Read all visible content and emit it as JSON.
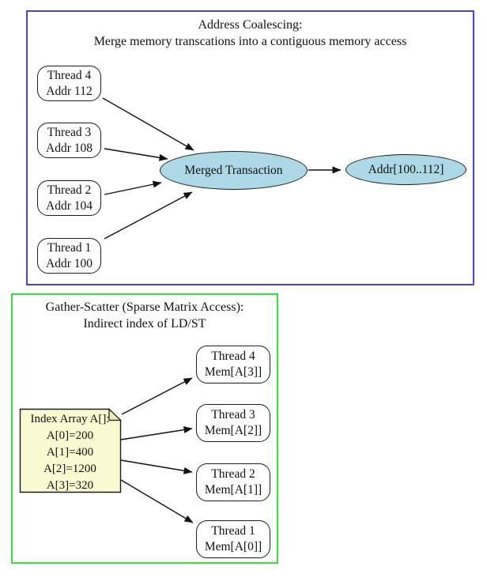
{
  "colors": {
    "coalescing_border": "#4545dd",
    "gather_border": "#33e633",
    "ellipse_fill": "#add8e6",
    "note_fill": "#fafad2"
  },
  "coalescing": {
    "title_line1": "Address Coalescing:",
    "title_line2": "Merge memory transcations into a contiguous memory access",
    "threads": [
      {
        "name": "Thread 4",
        "addr": "Addr 112"
      },
      {
        "name": "Thread 3",
        "addr": "Addr 108"
      },
      {
        "name": "Thread 2",
        "addr": "Addr 104"
      },
      {
        "name": "Thread 1",
        "addr": "Addr 100"
      }
    ],
    "merged_node": "Merged Transaction",
    "result_node": "Addr[100..112]"
  },
  "gather_scatter": {
    "title_line1": "Gather-Scatter (Sparse Matrix Access):",
    "title_line2": "Indirect index of LD/ST",
    "index_array_note": {
      "lines": [
        "Index Array A[]:",
        "A[0]=200",
        "A[1]=400",
        "A[2]=1200",
        "A[3]=320"
      ]
    },
    "threads": [
      {
        "name": "Thread 4",
        "mem": "Mem[A[3]]"
      },
      {
        "name": "Thread 3",
        "mem": "Mem[A[2]]"
      },
      {
        "name": "Thread 2",
        "mem": "Mem[A[1]]"
      },
      {
        "name": "Thread 1",
        "mem": "Mem[A[0]]"
      }
    ]
  }
}
